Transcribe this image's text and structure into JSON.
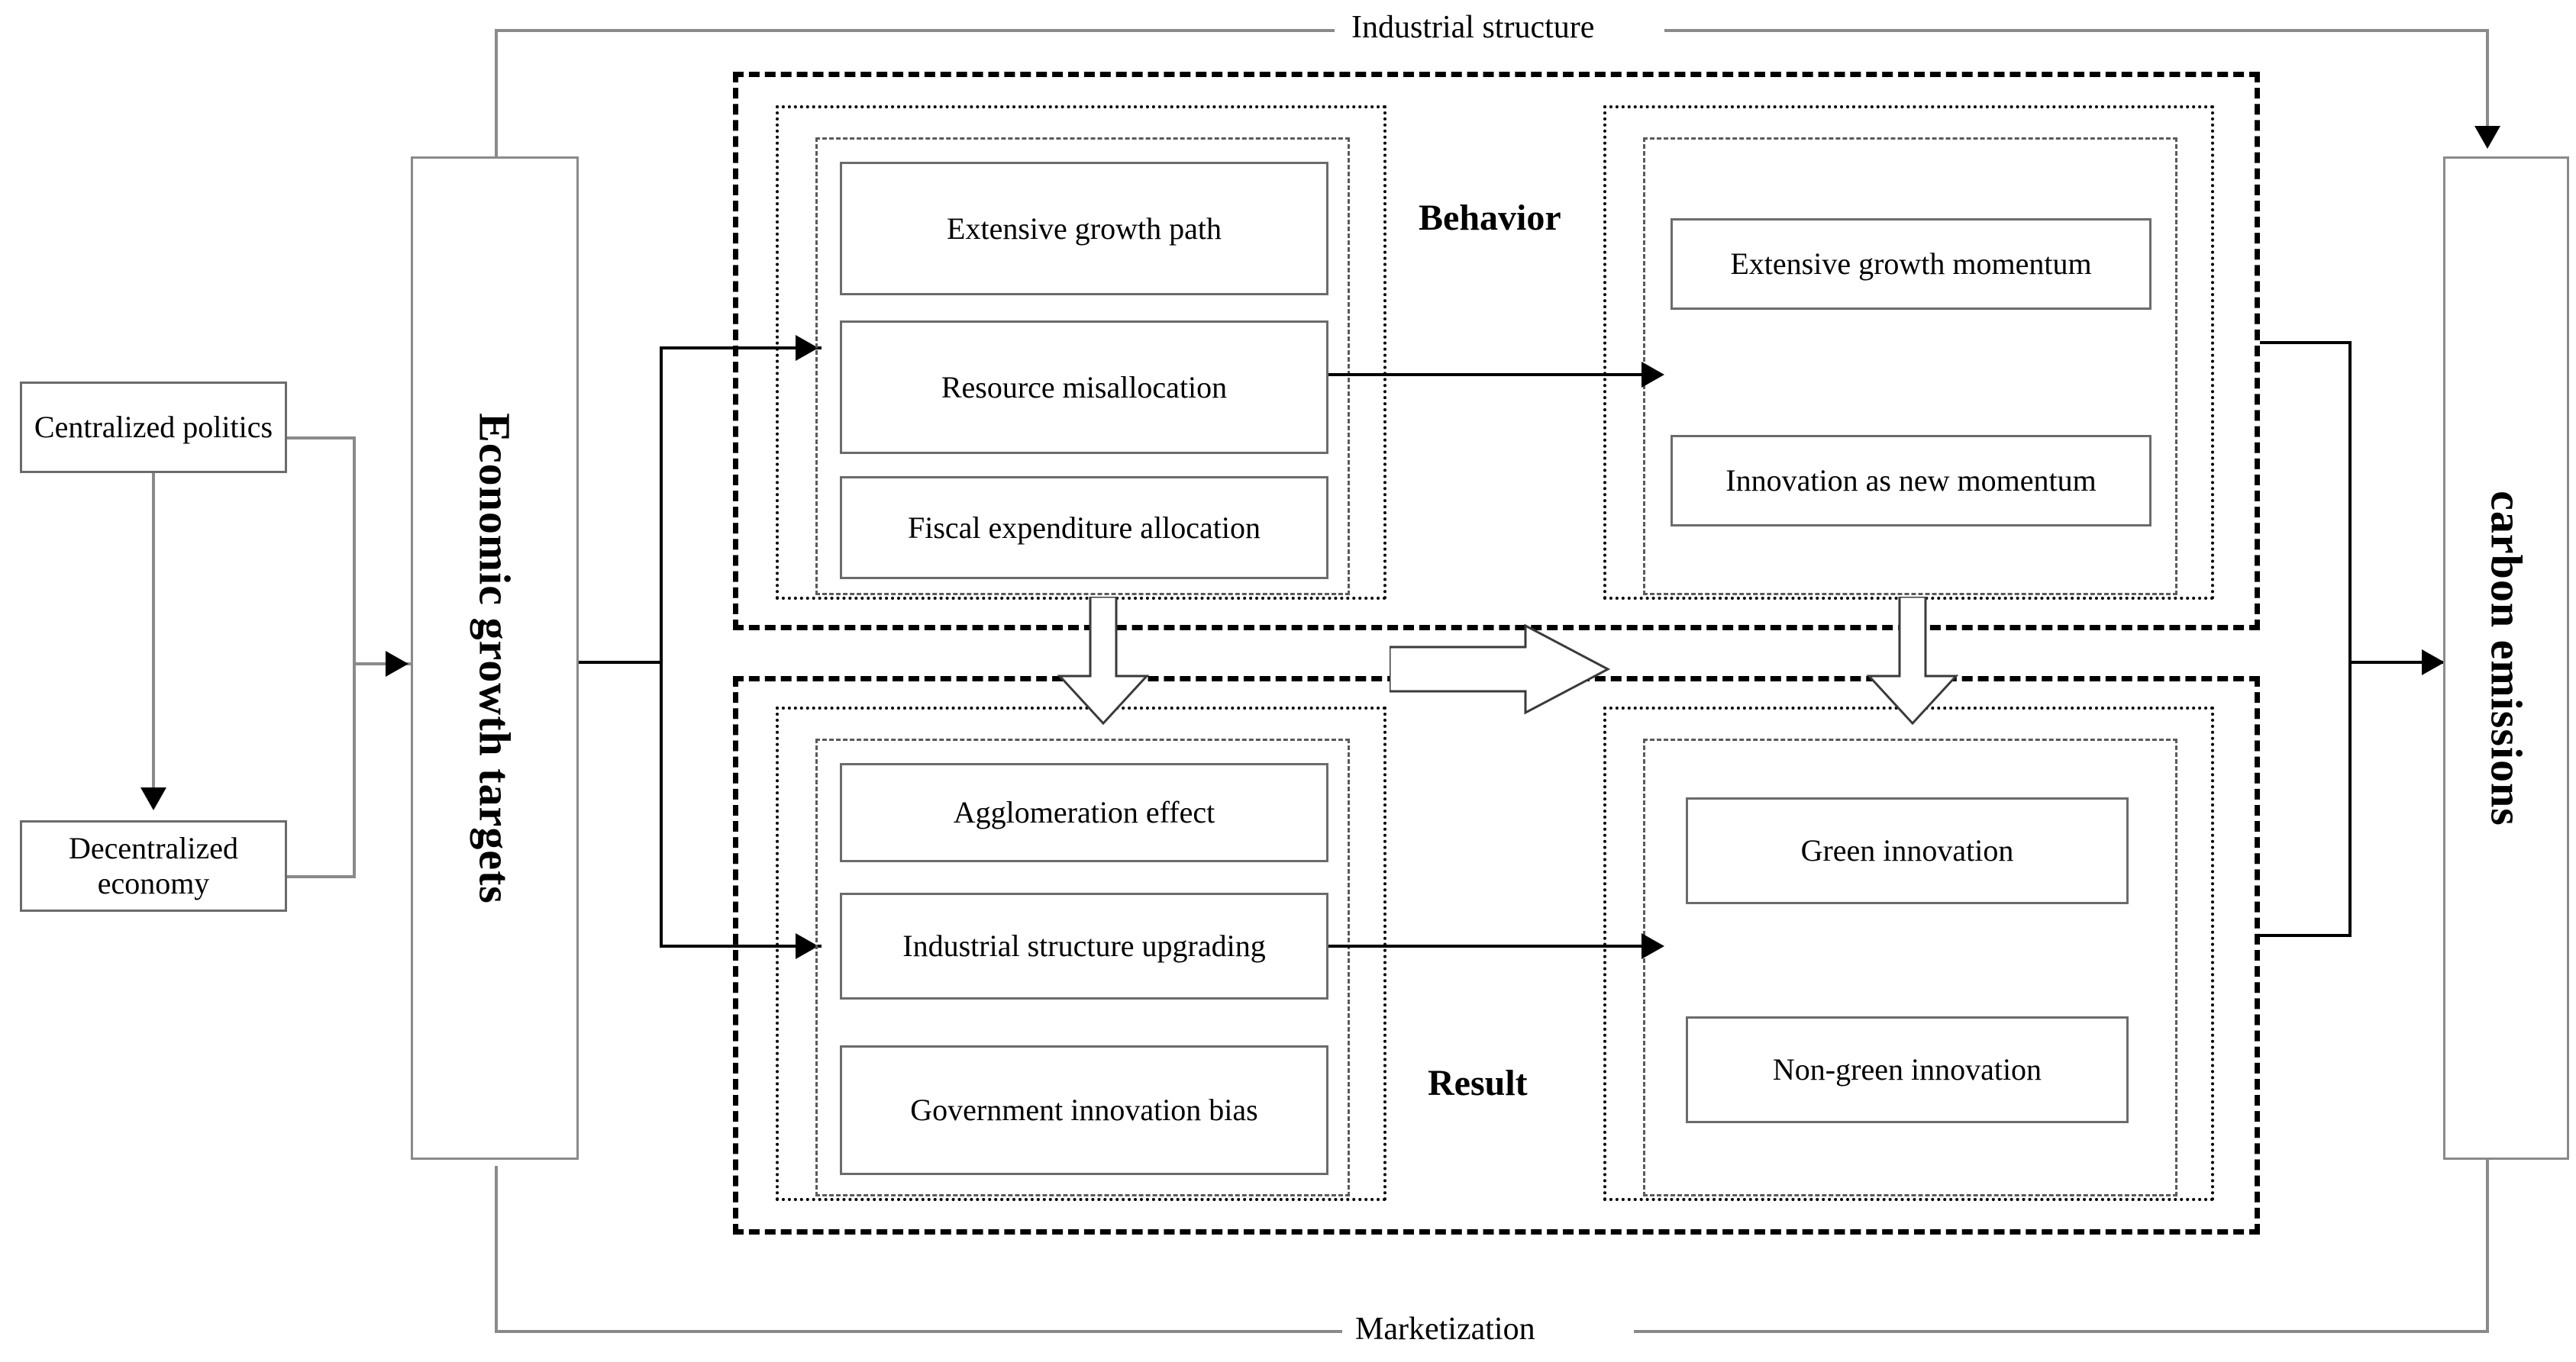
{
  "diagram": {
    "title_label_top": "Industrial structure",
    "title_label_bottom": "Marketization",
    "left_nodes": {
      "centralized": "Centralized politics",
      "decentralized": "Decentralized economy"
    },
    "input_pillar": "Economic growth targets",
    "output_pillar": "carbon emissions",
    "section_labels": {
      "behavior": "Behavior",
      "result": "Result"
    },
    "behavior": {
      "left_boxes": [
        "Extensive growth path",
        "Resource misallocation",
        "Fiscal expenditure allocation"
      ],
      "right_boxes": [
        "Extensive growth momentum",
        "Innovation as new momentum"
      ]
    },
    "result": {
      "left_boxes": [
        "Agglomeration effect",
        "Industrial structure upgrading",
        "Government innovation bias"
      ],
      "right_boxes": [
        "Green innovation",
        "Non-green innovation"
      ]
    },
    "colors": {
      "line": "#000000",
      "box_border": "#6b6b6b",
      "background": "#ffffff"
    }
  }
}
